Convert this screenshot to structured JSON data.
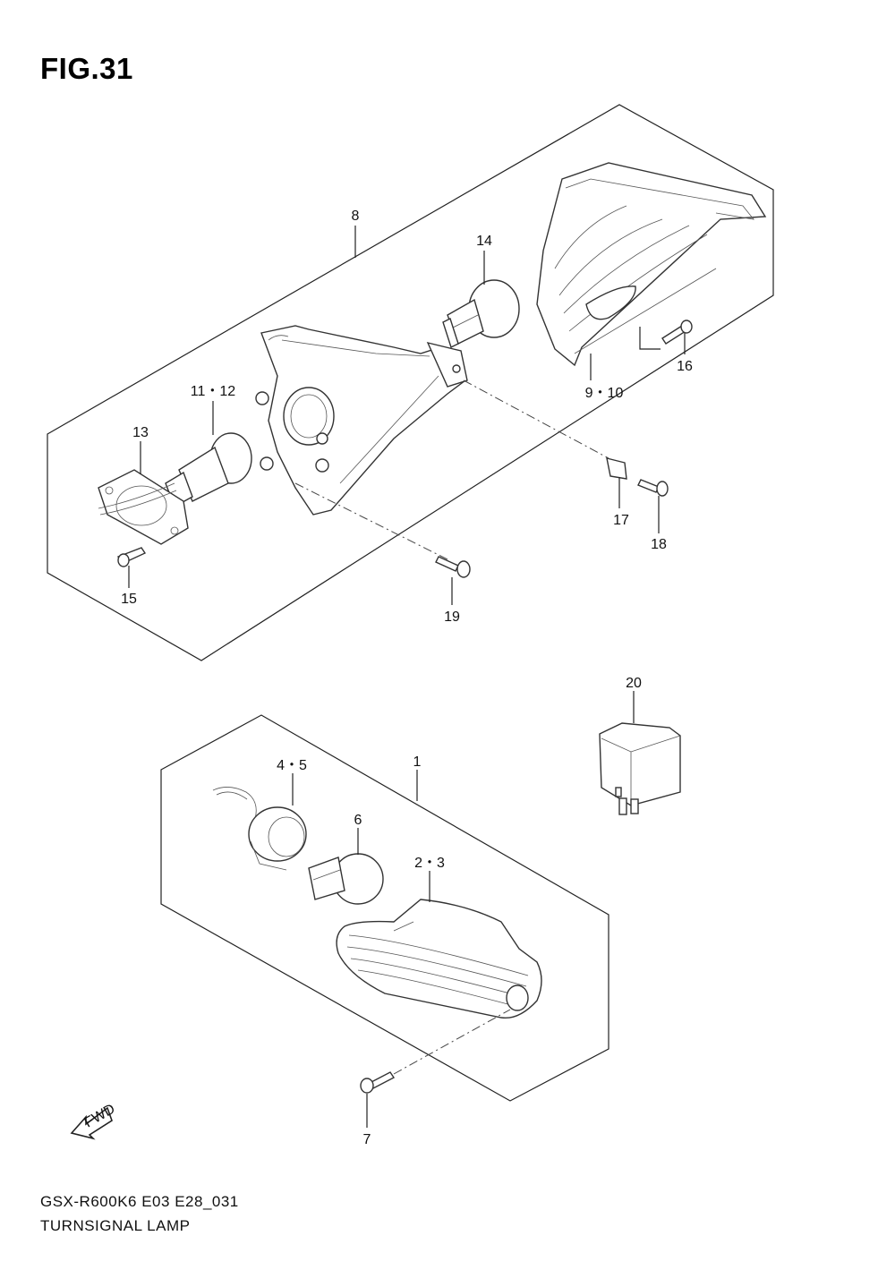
{
  "figure": {
    "title": "FIG.31",
    "model_code": "GSX-R600K6 E03 E28_031",
    "section_name": "TURNSIGNAL LAMP",
    "fwd_label": "FWD"
  },
  "callouts": {
    "p1": "1",
    "p2_3": "2・3",
    "p4_5": "4・5",
    "p6": "6",
    "p7": "7",
    "p8": "8",
    "p9_10": "9・10",
    "p11_12": "11・12",
    "p13": "13",
    "p14": "14",
    "p15": "15",
    "p16": "16",
    "p17": "17",
    "p18": "18",
    "p19": "19",
    "p20": "20"
  }
}
